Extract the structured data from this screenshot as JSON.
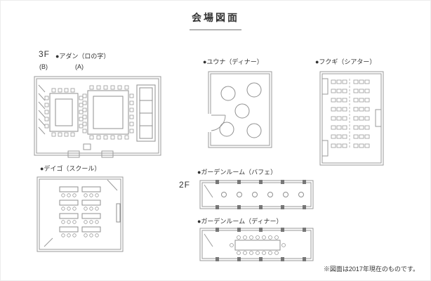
{
  "page": {
    "title": "会場図面",
    "footnote": "※図面は2017年現在のものです。"
  },
  "floors": {
    "third": "3F",
    "second": "2F"
  },
  "rooms": {
    "adan": {
      "label": "●アダン（ロの字）",
      "sub_b": "(B)",
      "sub_a": "(A)"
    },
    "yuna": {
      "label": "●ユウナ（ディナー）"
    },
    "fukugi": {
      "label": "●フクギ（シアター）"
    },
    "deigo": {
      "label": "●デイゴ（スクール）"
    },
    "garden_buffet": {
      "label": "●ガーデンルーム（バフェ）"
    },
    "garden_dinner": {
      "label": "●ガーデンルーム（ディナー）"
    }
  },
  "colors": {
    "wall_line": "#9a9a9a",
    "furniture_line": "#8f8f8f",
    "pier_fill": "#777777",
    "text": "#333333",
    "background": "#ffffff"
  }
}
